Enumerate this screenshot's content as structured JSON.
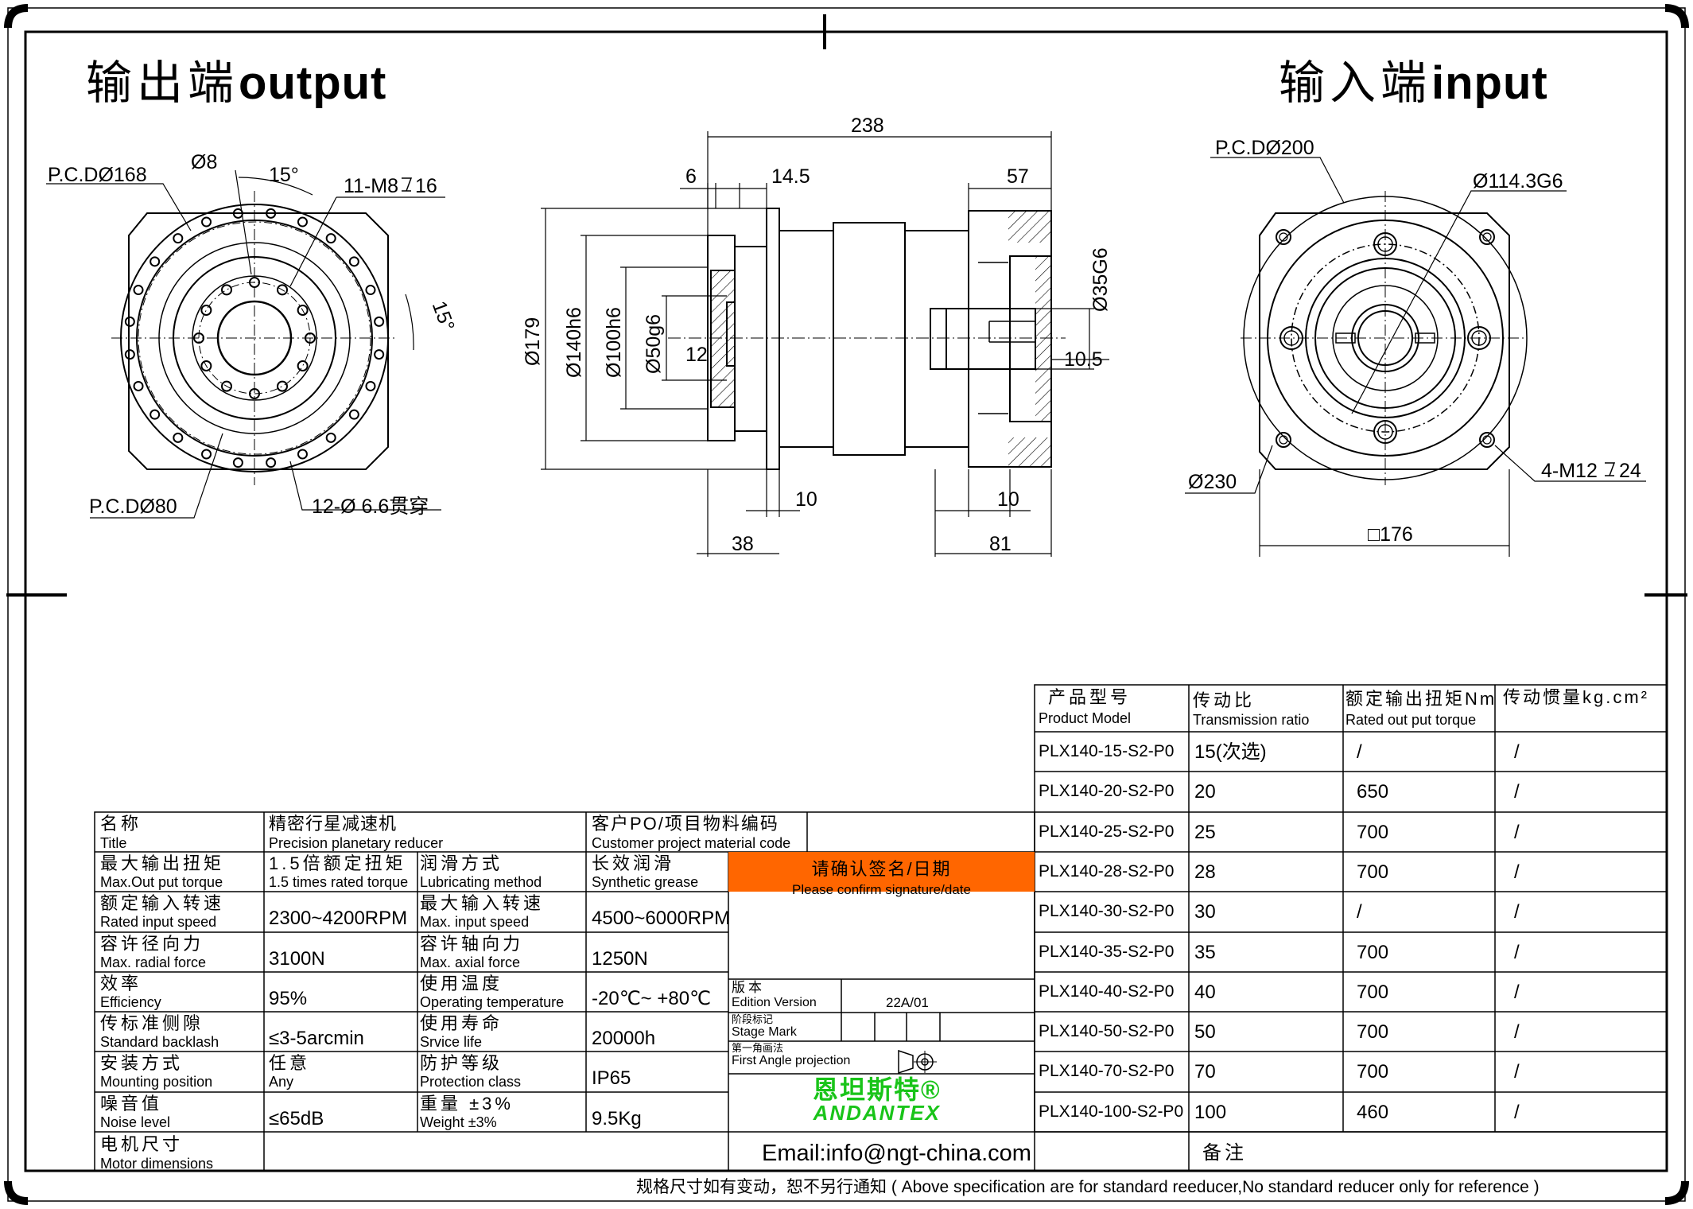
{
  "header": {
    "output_cn": "输出端",
    "output_en": "output",
    "input_cn": "输入端",
    "input_en": "input"
  },
  "dims": {
    "output": {
      "pcd168": "P.C.DØ168",
      "d8": "Ø8",
      "ang15a": "15°",
      "m8": "11-M8",
      "m8depth": "16",
      "ang15b": "15°",
      "pcd80": "P.C.DØ80",
      "holes": "12-Ø 6.6贯穿"
    },
    "side": {
      "d238": "238",
      "d6": "6",
      "d14_5": "14.5",
      "d57": "57",
      "d179": "Ø179",
      "d140": "Ø140h6",
      "d100": "Ø100h6",
      "d50": "Ø50g6",
      "d12": "12",
      "d35": "Ø35G6",
      "d10_5": "10.5",
      "d10a": "10",
      "d10b": "10",
      "d38": "38",
      "d81": "81"
    },
    "input": {
      "pcd200": "P.C.DØ200",
      "d114": "Ø114.3G6",
      "d230": "Ø230",
      "m12": "4-M12",
      "m12depth": "24",
      "sq176": "□176"
    }
  },
  "model_table": {
    "headers": [
      {
        "cn": "产品型号",
        "en": "Product Model"
      },
      {
        "cn": "传动比",
        "en": "Transmission ratio"
      },
      {
        "cn": "额定输出扭矩Nm",
        "en": "Rated out put torque"
      },
      {
        "cn": "传动惯量kg.cm²",
        "en": ""
      }
    ],
    "rows": [
      [
        "PLX140-15-S2-P0",
        "15(次选)",
        "/",
        "/"
      ],
      [
        "PLX140-20-S2-P0",
        "20",
        "650",
        "/"
      ],
      [
        "PLX140-25-S2-P0",
        "25",
        "700",
        "/"
      ],
      [
        "PLX140-28-S2-P0",
        "28",
        "700",
        "/"
      ],
      [
        "PLX140-30-S2-P0",
        "30",
        "/",
        "/"
      ],
      [
        "PLX140-35-S2-P0",
        "35",
        "700",
        "/"
      ],
      [
        "PLX140-40-S2-P0",
        "40",
        "700",
        "/"
      ],
      [
        "PLX140-50-S2-P0",
        "50",
        "700",
        "/"
      ],
      [
        "PLX140-70-S2-P0",
        "70",
        "700",
        "/"
      ],
      [
        "PLX140-100-S2-P0",
        "100",
        "460",
        "/"
      ]
    ],
    "remark": "备注"
  },
  "spec_table": {
    "title_cn": "名称",
    "title_en": "Title",
    "name_cn": "精密行星减速机",
    "name_en": "Precision planetary reducer",
    "cust_cn": "客户PO/项目物料编码",
    "cust_en": "Customer project material code",
    "rows": [
      {
        "l_cn": "最大输出扭矩",
        "l_en": "Max.Out put torque",
        "v1_cn": "1.5倍额定扭矩",
        "v1_en": "1.5 times rated torque",
        "r_cn": "润滑方式",
        "r_en": "Lubricating method",
        "v2_cn": "长效润滑",
        "v2_en": "Synthetic grease"
      },
      {
        "l_cn": "额定输入转速",
        "l_en": "Rated input speed",
        "v1": "2300~4200RPM",
        "r_cn": "最大输入转速",
        "r_en": "Max. input speed",
        "v2": "4500~6000RPM"
      },
      {
        "l_cn": "容许径向力",
        "l_en": "Max. radial force",
        "v1": "3100N",
        "r_cn": "容许轴向力",
        "r_en": "Max. axial force",
        "v2": "1250N"
      },
      {
        "l_cn": "效率",
        "l_en": "Efficiency",
        "v1": "95%",
        "r_cn": "使用温度",
        "r_en": "Operating temperature",
        "v2": "-20℃~ +80℃"
      },
      {
        "l_cn": "传标准侧隙",
        "l_en": "Standard backlash",
        "v1": "≤3-5arcmin",
        "r_cn": "使用寿命",
        "r_en": "Srvice life",
        "v2": "20000h"
      },
      {
        "l_cn": "安装方式",
        "l_en": "Mounting position",
        "v1_cn": "任意",
        "v1_en": "Any",
        "r_cn": "防护等级",
        "r_en": "Protection class",
        "v2": "IP65"
      },
      {
        "l_cn": "噪音值",
        "l_en": "Noise level",
        "v1": "≤65dB",
        "r_cn": "重量 ±3%",
        "r_en": "Weight ±3%",
        "v2": "9.5Kg"
      }
    ],
    "motor_cn": "电机尺寸",
    "motor_en": "Motor dimensions",
    "confirm_cn": "请确认签名/日期",
    "confirm_en": "Please confirm signature/date",
    "edition_cn": "版本",
    "edition_en": "Edition Version",
    "edition_val": "22A/01",
    "stage_cn": "阶段标记",
    "stage_en": "Stage Mark",
    "proj_cn": "第一角画法",
    "proj_en": "First Angle projection",
    "brand_cn": "恩坦斯特®",
    "brand_en": "ANDANTEX",
    "email": "Email:info@ngt-china.com"
  },
  "footer": "规格尺寸如有变动，恕不另行通知 ( Above specification are for standard reeducer,No standard reducer only for reference )"
}
